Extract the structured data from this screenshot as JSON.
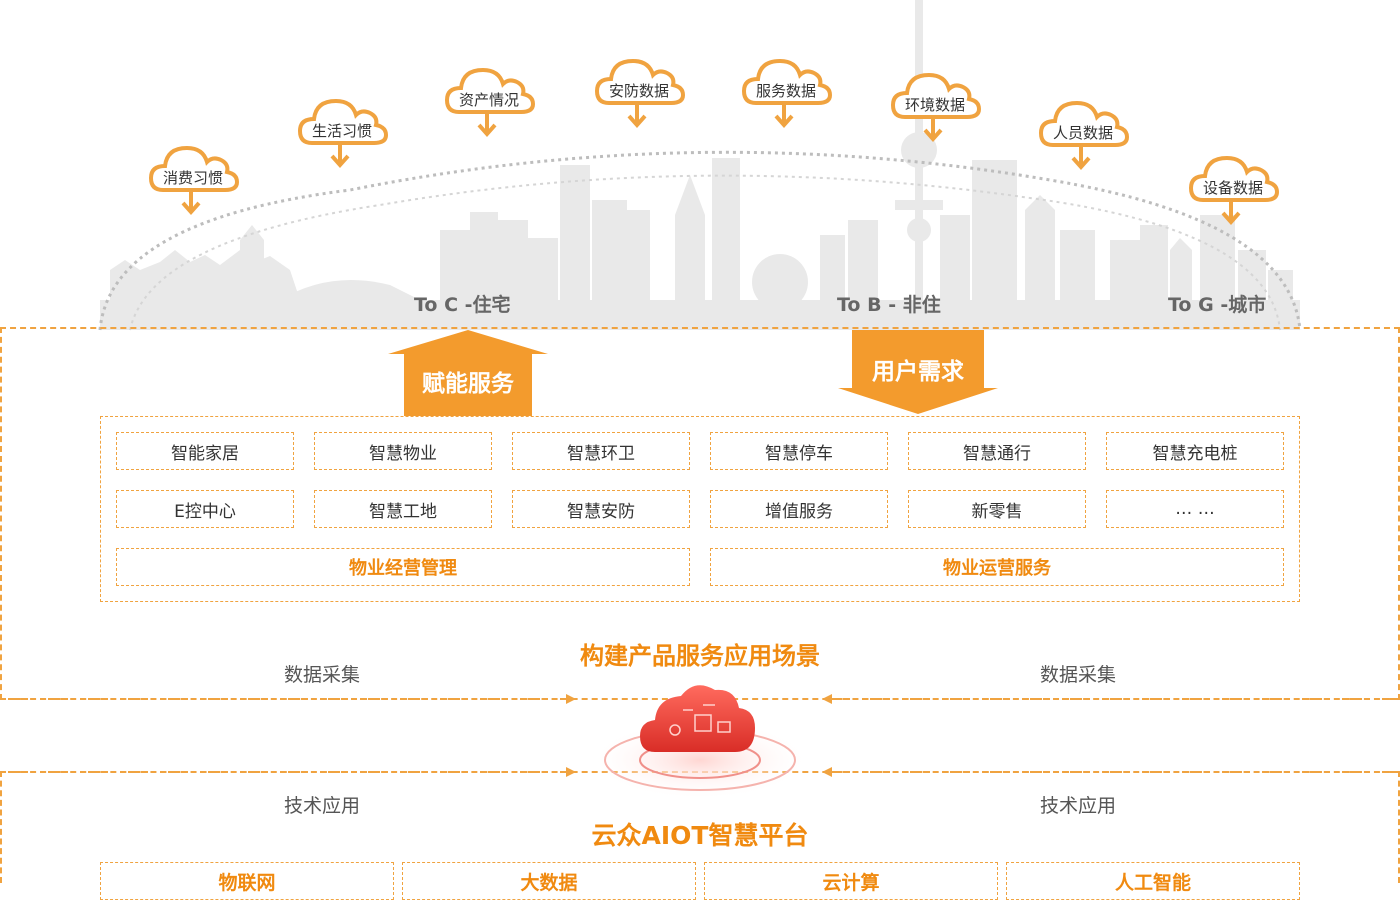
{
  "clouds": [
    {
      "label": "消费习惯"
    },
    {
      "label": "生活习惯"
    },
    {
      "label": "资产情况"
    },
    {
      "label": "安防数据"
    },
    {
      "label": "服务数据"
    },
    {
      "label": "环境数据"
    },
    {
      "label": "人员数据"
    },
    {
      "label": "设备数据"
    }
  ],
  "city_labels": {
    "to_c": "To C -住宅",
    "to_b": "To B - 非住",
    "to_g": "To G -城市"
  },
  "arrows": {
    "empower": "赋能服务",
    "demand": "用户需求"
  },
  "scenarios": {
    "row1": [
      "智能家居",
      "智慧物业",
      "智慧环卫",
      "智慧停车",
      "智慧通行",
      "智慧充电桩"
    ],
    "row2": [
      "E控中心",
      "智慧工地",
      "智慧安防",
      "增值服务",
      "新零售",
      "… …"
    ],
    "wide": [
      "物业经营管理",
      "物业运营服务"
    ]
  },
  "center": {
    "scene_title": "构建产品服务应用场景",
    "platform_title": "云众AIOT智慧平台"
  },
  "side_labels": {
    "data_collect_left": "数据采集",
    "data_collect_right": "数据采集",
    "tech_left": "技术应用",
    "tech_right": "技术应用"
  },
  "tech_items": [
    "物联网",
    "大数据",
    "云计算",
    "人工智能"
  ],
  "colors": {
    "accent": "#f08a10",
    "dash": "#f0a340",
    "skyline": "#e6e6e6",
    "cloud_red": "#e8453c"
  }
}
